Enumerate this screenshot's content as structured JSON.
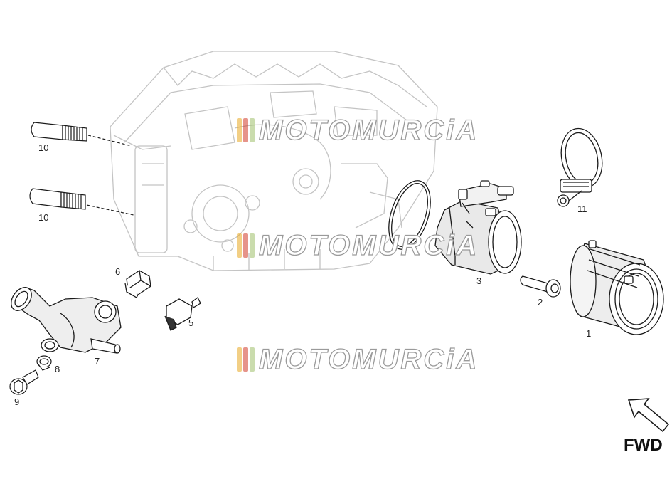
{
  "watermark": {
    "text": "MOTOMURCiA",
    "stripe_colors": [
      "#e8a820",
      "#d23a2a",
      "#9fbf6a"
    ]
  },
  "callouts": [
    "1",
    "2",
    "3",
    "5",
    "6",
    "7",
    "8",
    "9",
    "10",
    "10",
    "11"
  ],
  "direction": {
    "label": "FWD"
  },
  "colors": {
    "line": "#1a1a1a",
    "ghost": "#c4c4c4"
  }
}
